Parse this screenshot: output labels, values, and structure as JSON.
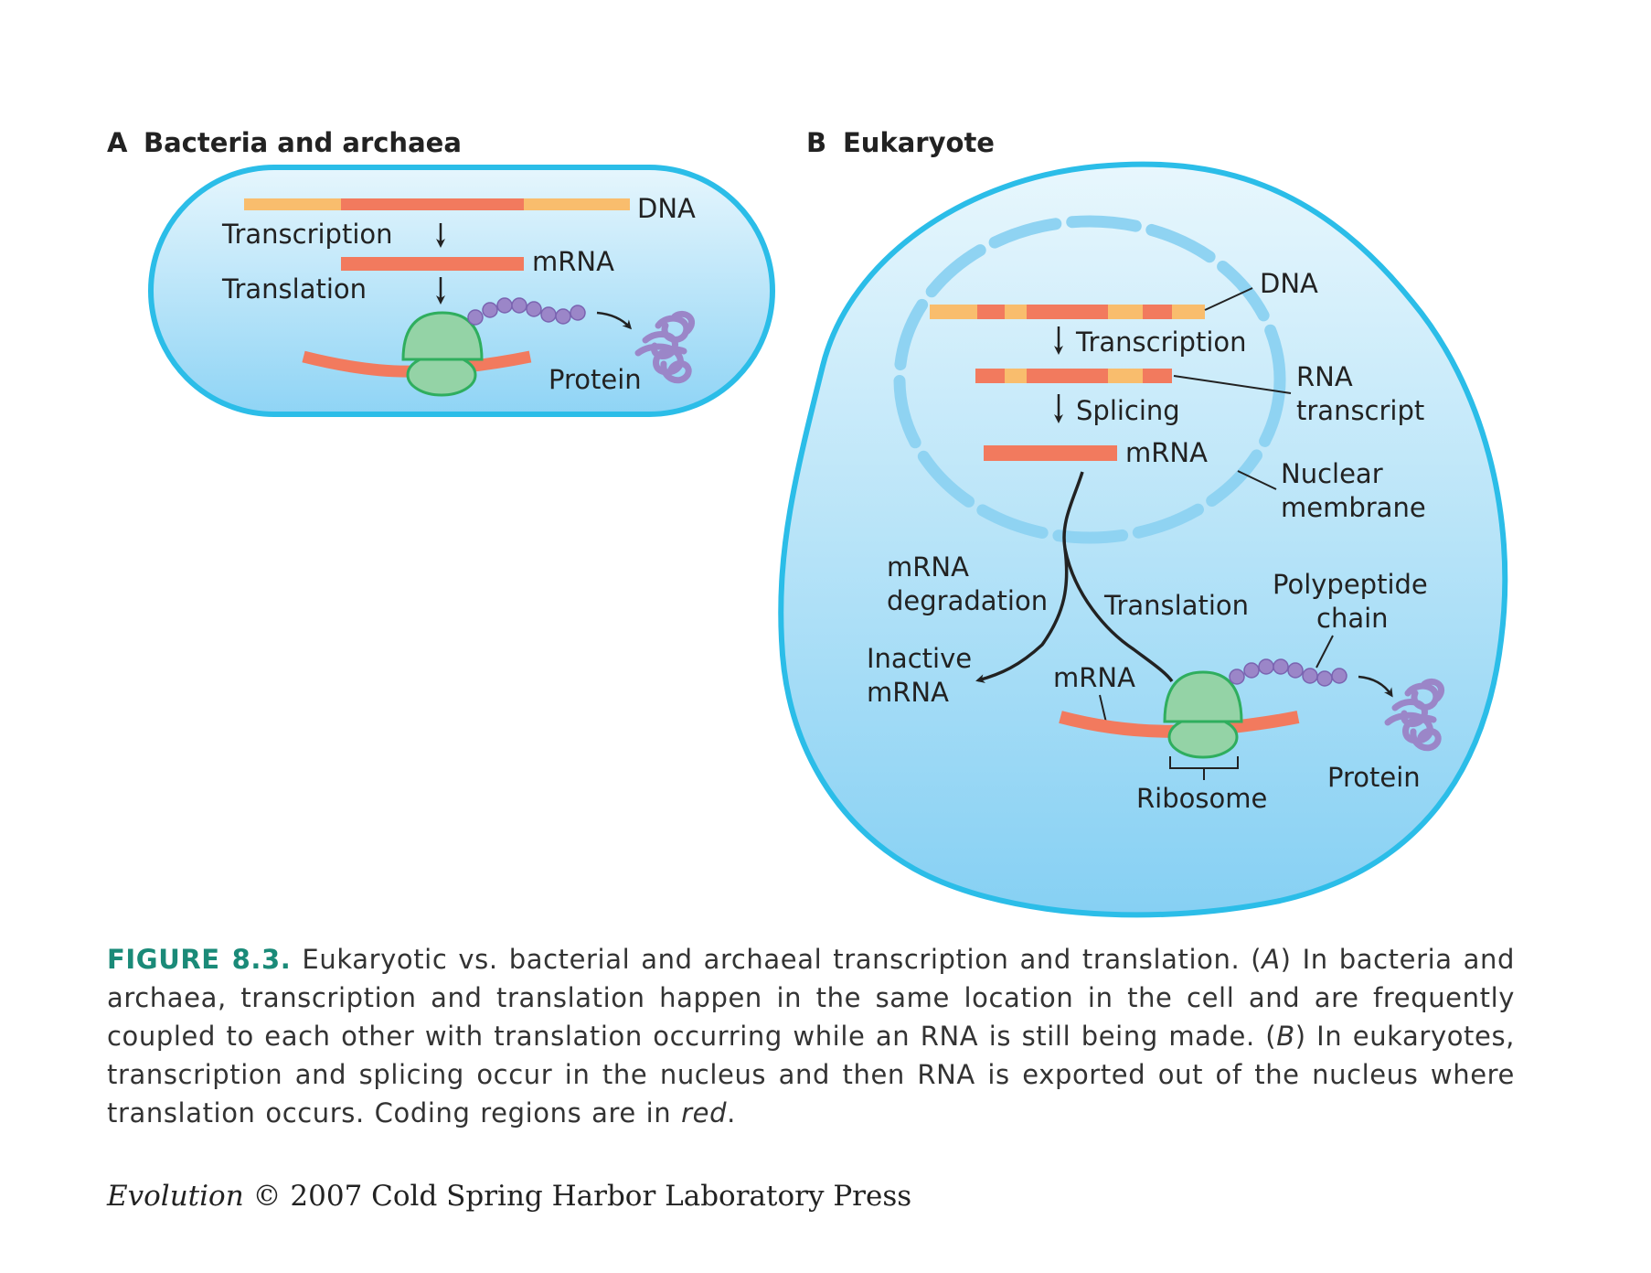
{
  "colors": {
    "cell_outline": "#2bbde8",
    "cytoplasm": "#a6dcf6",
    "nuclear_membrane": "#8fd3f2",
    "coding_region": "#f27a5e",
    "noncoding_region": "#f9bd6d",
    "ribosome": "#94d3a6",
    "ribosome_outline": "#2fae5e",
    "polypeptide": "#9b86c8",
    "caption_figure_number": "#1a8a78"
  },
  "panel_a": {
    "title_letter": "A",
    "title": "Bacteria and archaea",
    "dna_label": "DNA",
    "transcription_label": "Transcription",
    "mrna_label": "mRNA",
    "translation_label": "Translation",
    "protein_label": "Protein"
  },
  "panel_b": {
    "title_letter": "B",
    "title": "Eukaryote",
    "dna_label": "DNA",
    "transcription_label": "Transcription",
    "rna_transcript_line1": "RNA",
    "rna_transcript_line2": "transcript",
    "splicing_label": "Splicing",
    "mrna_label": "mRNA",
    "nuclear_membrane_line1": "Nuclear",
    "nuclear_membrane_line2": "membrane",
    "mrna_degradation_line1": "mRNA",
    "mrna_degradation_line2": "degradation",
    "translation_label": "Translation",
    "polypeptide_line1": "Polypeptide",
    "polypeptide_line2": "chain",
    "inactive_mrna_line1": "Inactive",
    "inactive_mrna_line2": "mRNA",
    "cyto_mrna_label": "mRNA",
    "ribosome_label": "Ribosome",
    "protein_label": "Protein"
  },
  "caption": {
    "figure_number": "FIGURE 8.3.",
    "part1": " Eukaryotic vs. bacterial and archaeal transcription and translation. (",
    "a_letter": "A",
    "part2": ") In bacteria and archaea, transcription and translation happen in the same location in the cell and are fre­quently coupled to each other with translation occurring while an RNA is still being made. (",
    "b_letter": "B",
    "part3": ") In eukaryotes, transcription and splicing occur in the nucleus and then RNA is exported out of the nucleus where translation occurs. Coding regions are in ",
    "red_word": "red",
    "part4": "."
  },
  "copyright": {
    "book": "Evolution",
    "rest": " © 2007 Cold Spring Harbor Laboratory Press"
  }
}
